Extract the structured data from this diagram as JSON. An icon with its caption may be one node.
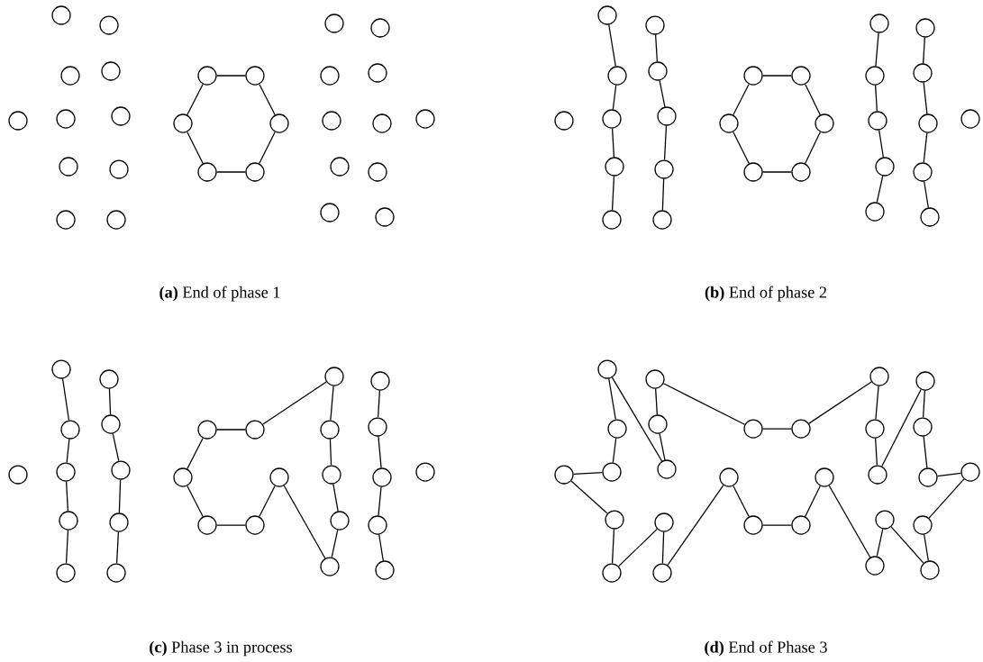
{
  "diagram": {
    "nodes": [
      {
        "text": [],
        "shape": "circle"
      },
      {
        "text": [],
        "shape": "circle"
      },
      {
        "text": [],
        "shape": "circle"
      },
      {
        "text": [],
        "shape": "circle"
      },
      {
        "text": [],
        "shape": "circle"
      },
      {
        "text": [],
        "shape": "circle"
      },
      {
        "text": [],
        "shape": "circle"
      },
      {
        "text": [],
        "shape": "circle"
      },
      {
        "text": [],
        "shape": "circle"
      },
      {
        "text": [],
        "shape": "circle"
      },
      {
        "text": [],
        "shape": "circle"
      },
      {
        "text": [],
        "shape": "circle"
      },
      {
        "text": [],
        "shape": "circle"
      },
      {
        "text": [],
        "shape": "circle"
      },
      {
        "text": [],
        "shape": "circle"
      },
      {
        "text": [],
        "shape": "circle"
      },
      {
        "text": [],
        "shape": "circle"
      },
      {
        "text": [],
        "shape": "circle"
      },
      {
        "text": [],
        "shape": "circle"
      },
      {
        "text": [],
        "shape": "circle"
      },
      {
        "text": [],
        "shape": "circle"
      },
      {
        "text": [],
        "shape": "circle"
      },
      {
        "text": [],
        "shape": "circle"
      },
      {
        "text": [],
        "shape": "circle"
      },
      {
        "text": [],
        "shape": "circle"
      },
      {
        "text": [],
        "shape": "circle"
      },
      {
        "text": [],
        "shape": "circle"
      },
      {
        "text": [],
        "shape": "circle"
      },
      {
        "text": [],
        "shape": "circle"
      },
      {
        "text": [],
        "shape": "circle"
      },
      {
        "text": [],
        "shape": "circle"
      },
      {
        "text": [],
        "shape": "circle"
      },
      {
        "text": [],
        "shape": "circle"
      },
      {
        "text": [],
        "shape": "circle"
      },
      {
        "text": [],
        "shape": "circle"
      },
      {
        "text": [],
        "shape": "circle"
      },
      {
        "text": [],
        "shape": "circle"
      },
      {
        "text": [],
        "shape": "circle"
      },
      {
        "text": [],
        "shape": "circle"
      },
      {
        "text": [],
        "shape": "circle"
      },
      {
        "text": [],
        "shape": "circle"
      },
      {
        "text": [],
        "shape": "circle"
      },
      {
        "text": [],
        "shape": "circle"
      },
      {
        "text": [],
        "shape": "circle"
      },
      {
        "text": [],
        "shape": "circle"
      },
      {
        "text": [],
        "shape": "circle"
      },
      {
        "text": [],
        "shape": "circle"
      },
      {
        "text": [],
        "shape": "circle"
      },
      {
        "text": [],
        "shape": "circle"
      },
      {
        "text": [],
        "shape": "circle"
      },
      {
        "text": [],
        "shape": "circle"
      },
      {
        "text": [],
        "shape": "circle"
      },
      {
        "text": [],
        "shape": "circle"
      },
      {
        "text": [],
        "shape": "circle"
      },
      {
        "text": [],
        "shape": "circle"
      },
      {
        "text": [],
        "shape": "circle"
      },
      {
        "text": [],
        "shape": "circle"
      },
      {
        "text": [],
        "shape": "circle"
      },
      {
        "text": [],
        "shape": "circle"
      },
      {
        "text": [],
        "shape": "circle"
      },
      {
        "text": [],
        "shape": "circle"
      },
      {
        "text": [],
        "shape": "circle"
      },
      {
        "text": [],
        "shape": "circle"
      },
      {
        "text": [],
        "shape": "circle"
      },
      {
        "text": [],
        "shape": "circle"
      },
      {
        "text": [],
        "shape": "circle"
      },
      {
        "text": [],
        "shape": "circle"
      },
      {
        "text": [],
        "shape": "circle"
      },
      {
        "text": [],
        "shape": "circle"
      },
      {
        "text": [],
        "shape": "circle"
      },
      {
        "text": [],
        "shape": "circle"
      },
      {
        "text": [],
        "shape": "circle"
      },
      {
        "text": [],
        "shape": "circle"
      },
      {
        "text": [],
        "shape": "circle"
      },
      {
        "text": [],
        "shape": "circle"
      },
      {
        "text": [],
        "shape": "circle"
      },
      {
        "text": [],
        "shape": "circle"
      },
      {
        "text": [],
        "shape": "circle"
      },
      {
        "text": [],
        "shape": "circle"
      },
      {
        "text": [],
        "shape": "circle"
      },
      {
        "text": [],
        "shape": "circle"
      },
      {
        "text": [],
        "shape": "circle"
      },
      {
        "text": [],
        "shape": "circle"
      },
      {
        "text": [],
        "shape": "circle"
      },
      {
        "text": [],
        "shape": "circle"
      },
      {
        "text": [],
        "shape": "circle"
      },
      {
        "text": [],
        "shape": "circle"
      },
      {
        "text": [],
        "shape": "circle"
      },
      {
        "text": [],
        "shape": "circle"
      },
      {
        "text": [],
        "shape": "circle"
      },
      {
        "text": [],
        "shape": "circle"
      },
      {
        "text": [],
        "shape": "circle"
      },
      {
        "text": [],
        "shape": "circle"
      },
      {
        "text": [],
        "shape": "circle"
      },
      {
        "text": [],
        "shape": "circle"
      },
      {
        "text": [],
        "shape": "circle"
      },
      {
        "text": [],
        "shape": "circle"
      },
      {
        "text": [],
        "shape": "circle"
      },
      {
        "text": [],
        "shape": "circle"
      },
      {
        "text": [],
        "shape": "circle"
      },
      {
        "text": [],
        "shape": "circle"
      },
      {
        "text": [],
        "shape": "circle"
      },
      {
        "text": [],
        "shape": "circle"
      },
      {
        "text": [],
        "shape": "circle"
      },
      {
        "text": [],
        "shape": "circle"
      },
      {
        "text": [],
        "shape": "circle"
      },
      {
        "text": [],
        "shape": "circle"
      },
      {
        "text": [],
        "shape": "circle"
      },
      {
        "text": [],
        "shape": "circle"
      },
      {
        "text": [],
        "shape": "circle"
      },
      {
        "text": [],
        "shape": "circle"
      },
      {
        "text": [],
        "shape": "circle"
      }
    ],
    "edges": [
      {
        "from": 11,
        "to": 12,
        "arrow": "none"
      },
      {
        "from": 12,
        "to": 13,
        "arrow": "none"
      },
      {
        "from": 13,
        "to": 14,
        "arrow": "none"
      },
      {
        "from": 14,
        "to": 15,
        "arrow": "none"
      },
      {
        "from": 15,
        "to": 16,
        "arrow": "none"
      },
      {
        "from": 16,
        "to": 11,
        "arrow": "none"
      },
      {
        "from": 29,
        "to": 30,
        "arrow": "none"
      },
      {
        "from": 30,
        "to": 31,
        "arrow": "none"
      },
      {
        "from": 31,
        "to": 32,
        "arrow": "none"
      },
      {
        "from": 32,
        "to": 33,
        "arrow": "none"
      },
      {
        "from": 34,
        "to": 35,
        "arrow": "none"
      },
      {
        "from": 35,
        "to": 36,
        "arrow": "none"
      },
      {
        "from": 36,
        "to": 37,
        "arrow": "none"
      },
      {
        "from": 37,
        "to": 38,
        "arrow": "none"
      },
      {
        "from": 39,
        "to": 40,
        "arrow": "none"
      },
      {
        "from": 40,
        "to": 41,
        "arrow": "none"
      },
      {
        "from": 41,
        "to": 42,
        "arrow": "none"
      },
      {
        "from": 42,
        "to": 43,
        "arrow": "none"
      },
      {
        "from": 43,
        "to": 44,
        "arrow": "none"
      },
      {
        "from": 44,
        "to": 39,
        "arrow": "none"
      },
      {
        "from": 45,
        "to": 46,
        "arrow": "none"
      },
      {
        "from": 46,
        "to": 47,
        "arrow": "none"
      },
      {
        "from": 47,
        "to": 48,
        "arrow": "none"
      },
      {
        "from": 48,
        "to": 49,
        "arrow": "none"
      },
      {
        "from": 50,
        "to": 51,
        "arrow": "none"
      },
      {
        "from": 51,
        "to": 52,
        "arrow": "none"
      },
      {
        "from": 52,
        "to": 53,
        "arrow": "none"
      },
      {
        "from": 53,
        "to": 54,
        "arrow": "none"
      },
      {
        "from": 57,
        "to": 58,
        "arrow": "none"
      },
      {
        "from": 58,
        "to": 59,
        "arrow": "none"
      },
      {
        "from": 59,
        "to": 60,
        "arrow": "none"
      },
      {
        "from": 60,
        "to": 61,
        "arrow": "none"
      },
      {
        "from": 62,
        "to": 63,
        "arrow": "none"
      },
      {
        "from": 63,
        "to": 64,
        "arrow": "none"
      },
      {
        "from": 64,
        "to": 65,
        "arrow": "none"
      },
      {
        "from": 65,
        "to": 66,
        "arrow": "none"
      },
      {
        "from": 67,
        "to": 68,
        "arrow": "none"
      },
      {
        "from": 68,
        "to": 73,
        "arrow": "none"
      },
      {
        "from": 73,
        "to": 74,
        "arrow": "none"
      },
      {
        "from": 74,
        "to": 75,
        "arrow": "none"
      },
      {
        "from": 75,
        "to": 76,
        "arrow": "none"
      },
      {
        "from": 76,
        "to": 77,
        "arrow": "none"
      },
      {
        "from": 77,
        "to": 69,
        "arrow": "none"
      },
      {
        "from": 69,
        "to": 70,
        "arrow": "none"
      },
      {
        "from": 70,
        "to": 71,
        "arrow": "none"
      },
      {
        "from": 71,
        "to": 72,
        "arrow": "none"
      },
      {
        "from": 72,
        "to": 67,
        "arrow": "none"
      },
      {
        "from": 78,
        "to": 79,
        "arrow": "none"
      },
      {
        "from": 79,
        "to": 80,
        "arrow": "none"
      },
      {
        "from": 80,
        "to": 81,
        "arrow": "none"
      },
      {
        "from": 81,
        "to": 82,
        "arrow": "none"
      },
      {
        "from": 85,
        "to": 86,
        "arrow": "none"
      },
      {
        "from": 86,
        "to": 87,
        "arrow": "none"
      },
      {
        "from": 87,
        "to": 84,
        "arrow": "none"
      },
      {
        "from": 84,
        "to": 88,
        "arrow": "none"
      },
      {
        "from": 88,
        "to": 89,
        "arrow": "none"
      },
      {
        "from": 89,
        "to": 93,
        "arrow": "none"
      },
      {
        "from": 93,
        "to": 94,
        "arrow": "none"
      },
      {
        "from": 94,
        "to": 100,
        "arrow": "none"
      },
      {
        "from": 100,
        "to": 99,
        "arrow": "none"
      },
      {
        "from": 99,
        "to": 98,
        "arrow": "none"
      },
      {
        "from": 98,
        "to": 97,
        "arrow": "none"
      },
      {
        "from": 97,
        "to": 105,
        "arrow": "none"
      },
      {
        "from": 105,
        "to": 104,
        "arrow": "none"
      },
      {
        "from": 104,
        "to": 110,
        "arrow": "none"
      },
      {
        "from": 110,
        "to": 109,
        "arrow": "none"
      },
      {
        "from": 109,
        "to": 111,
        "arrow": "none"
      },
      {
        "from": 111,
        "to": 108,
        "arrow": "none"
      },
      {
        "from": 108,
        "to": 107,
        "arrow": "none"
      },
      {
        "from": 107,
        "to": 106,
        "arrow": "none"
      },
      {
        "from": 106,
        "to": 103,
        "arrow": "none"
      },
      {
        "from": 103,
        "to": 102,
        "arrow": "none"
      },
      {
        "from": 102,
        "to": 101,
        "arrow": "none"
      },
      {
        "from": 101,
        "to": 96,
        "arrow": "none"
      },
      {
        "from": 96,
        "to": 95,
        "arrow": "none"
      },
      {
        "from": 95,
        "to": 90,
        "arrow": "none"
      },
      {
        "from": 90,
        "to": 91,
        "arrow": "none"
      },
      {
        "from": 91,
        "to": 92,
        "arrow": "none"
      },
      {
        "from": 92,
        "to": 85,
        "arrow": "none"
      }
    ],
    "labels": [
      "**(a)** End of phase 1",
      "**(b)** End of phase 2",
      "**(c)** Phase 3 in process",
      "**(d)** End of Phase 3"
    ]
  }
}
